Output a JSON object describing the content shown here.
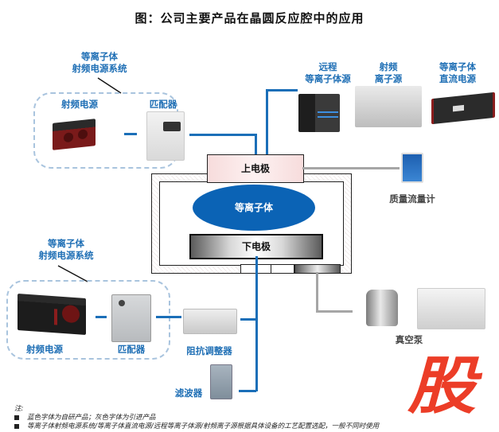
{
  "title": "图：公司主要产品在晶圆反应腔中的应用",
  "upper_rf_system": {
    "group_label_line1": "等离子体",
    "group_label_line2": "射频电源系统",
    "rf_power_label": "射频电源",
    "matcher_label": "匹配器"
  },
  "top_right_sources": [
    {
      "line1": "远程",
      "line2": "等离子体源"
    },
    {
      "line1": "射频",
      "line2": "离子源"
    },
    {
      "line1": "等离子体",
      "line2": "直流电源"
    }
  ],
  "chamber": {
    "upper_electrode": "上电极",
    "plasma": "等离子体",
    "lower_electrode": "下电极"
  },
  "mass_flow_meter_label": "质量流量计",
  "lower_rf_system": {
    "group_label_line1": "等离子体",
    "group_label_line2": "射频电源系统",
    "rf_power_label": "射频电源",
    "matcher_label": "匹配器"
  },
  "impedance_tuner_label": "阻抗调整器",
  "filter_label": "滤波器",
  "vacuum_pump_label": "真空泵",
  "notes": {
    "heading": "注:",
    "items": [
      "蓝色字体为自研产品；灰色字体为引进产品",
      "等离子体射频电源系统/等离子体直流电源/远程等离子体源/射频离子源根据具体设备的工艺配置选配，一般不同时使用"
    ]
  },
  "watermark": "股",
  "colors": {
    "own_product_blue": "#1f6fb5",
    "imported_product_gray": "#444444",
    "plasma_blue": "#0b63b5",
    "watermark_red": "#ec3d27"
  }
}
